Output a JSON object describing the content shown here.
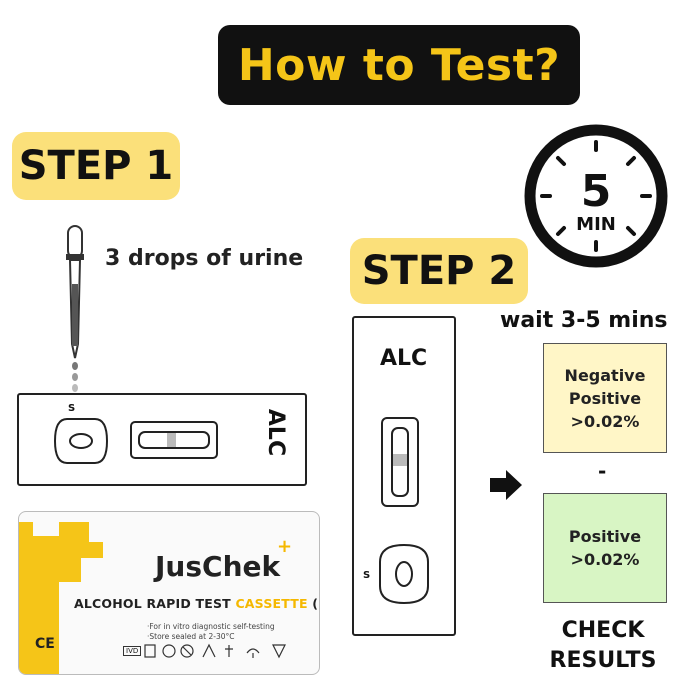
{
  "title": "How to Test?",
  "step1": {
    "label": "STEP 1",
    "instruction": "3 drops of urine"
  },
  "step2": {
    "label": "STEP 2",
    "wait": "wait 3-5 mins"
  },
  "timer": {
    "value": "5",
    "unit": "MIN"
  },
  "cassette": {
    "label": "ALC",
    "sample_well": "S"
  },
  "results": {
    "negative": [
      "Negative",
      "Positive",
      ">0.02%"
    ],
    "separator": "-",
    "positive": [
      "Positive",
      ">0.02%"
    ],
    "cta": [
      "CHECK",
      "RESULTS"
    ]
  },
  "package": {
    "brand": "JusChek",
    "brand_mark": "+",
    "line_part1": "ALCOHOL RAPID TEST ",
    "line_part2": "CASSETTE",
    "line_part3": " (URINE)",
    "note1": "·For in vitro diagnostic self-testing",
    "note2": "·Store sealed at 2-30°C",
    "ce_mark": "CE",
    "ivd_mark": "IVD"
  },
  "colors": {
    "accent_yellow": "#f5c518",
    "badge_yellow": "#fbe07a",
    "negative_bg": "#fff6c7",
    "positive_bg": "#d8f5c4",
    "dark": "#111111"
  }
}
